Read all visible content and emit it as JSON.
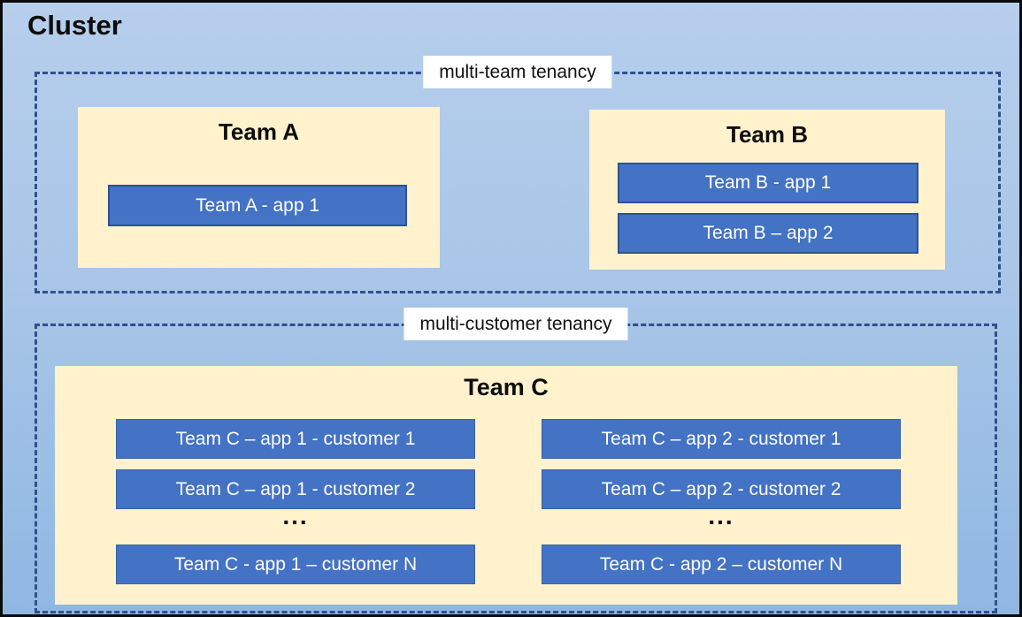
{
  "title": "Cluster",
  "palette": {
    "background_top": "#B7CEEC",
    "background_bottom": "#8FB7E2",
    "frame_border": "#0A0A0A",
    "dashed_border": "#30508C",
    "team_panel_fill": "#FFF2CC",
    "app_fill": "#4472C4",
    "app_border": "#2F528F",
    "app_text": "#FFFFFF",
    "label_background": "#FFFFFF",
    "text": "#000000"
  },
  "regions": {
    "multi_team": {
      "label": "multi-team tenancy",
      "team_a": {
        "name": "Team A",
        "apps": [
          "Team A - app 1"
        ]
      },
      "team_b": {
        "name": "Team B",
        "apps": [
          "Team B - app 1",
          "Team B – app 2"
        ]
      }
    },
    "multi_customer": {
      "label": "multi-customer tenancy",
      "team_c": {
        "name": "Team C",
        "col1": {
          "rows": [
            "Team C – app 1 - customer 1",
            "Team C – app 1 - customer 2"
          ],
          "ellipsis": "...",
          "last": "Team C - app 1 – customer N"
        },
        "col2": {
          "rows": [
            "Team C – app 2 - customer 1",
            "Team C – app 2 - customer 2"
          ],
          "ellipsis": "...",
          "last": "Team C - app 2 – customer N"
        }
      }
    }
  }
}
